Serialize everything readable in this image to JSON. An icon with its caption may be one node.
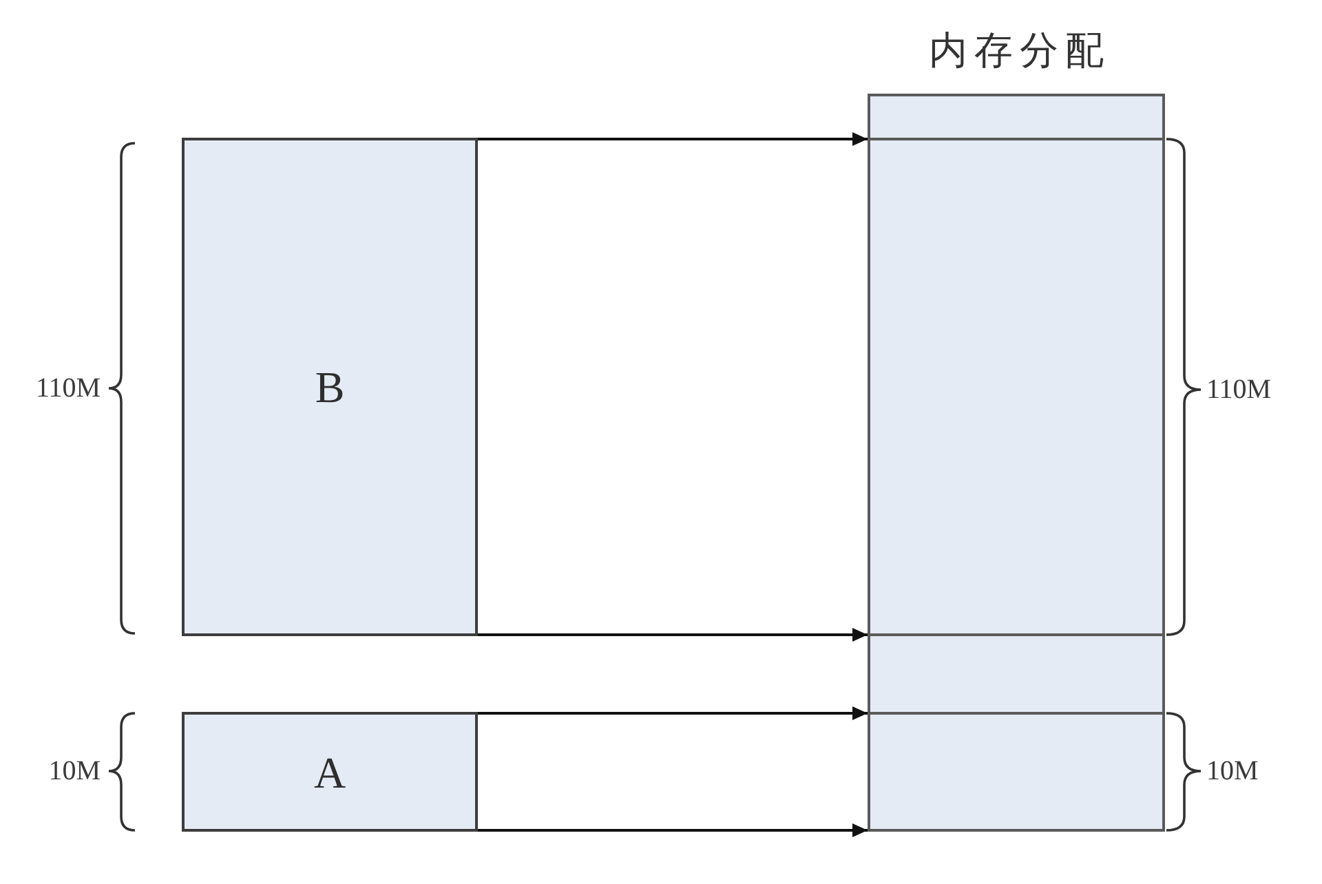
{
  "diagram": {
    "nodes": [
      {
        "text": [
          "内存分配"
        ]
      },
      {
        "text": [],
        "shape": "box",
        "in": 0
      },
      {
        "text": [],
        "shape": "box",
        "in": 0
      },
      {
        "text": [],
        "shape": "box",
        "in": 0
      },
      {
        "text": [],
        "shape": "box",
        "in": 0
      },
      {
        "text": [
          "B"
        ]
      },
      {
        "text": [
          "A"
        ]
      }
    ],
    "edges": [
      {
        "from": 5,
        "to": 2,
        "arrow": "to"
      },
      {
        "from": 5,
        "to": 2,
        "arrow": "to"
      },
      {
        "from": 6,
        "to": 4,
        "arrow": "to"
      },
      {
        "from": 6,
        "to": 4,
        "arrow": "to"
      }
    ],
    "labels": [
      "110M",
      "110M",
      "10M",
      "10M"
    ]
  }
}
